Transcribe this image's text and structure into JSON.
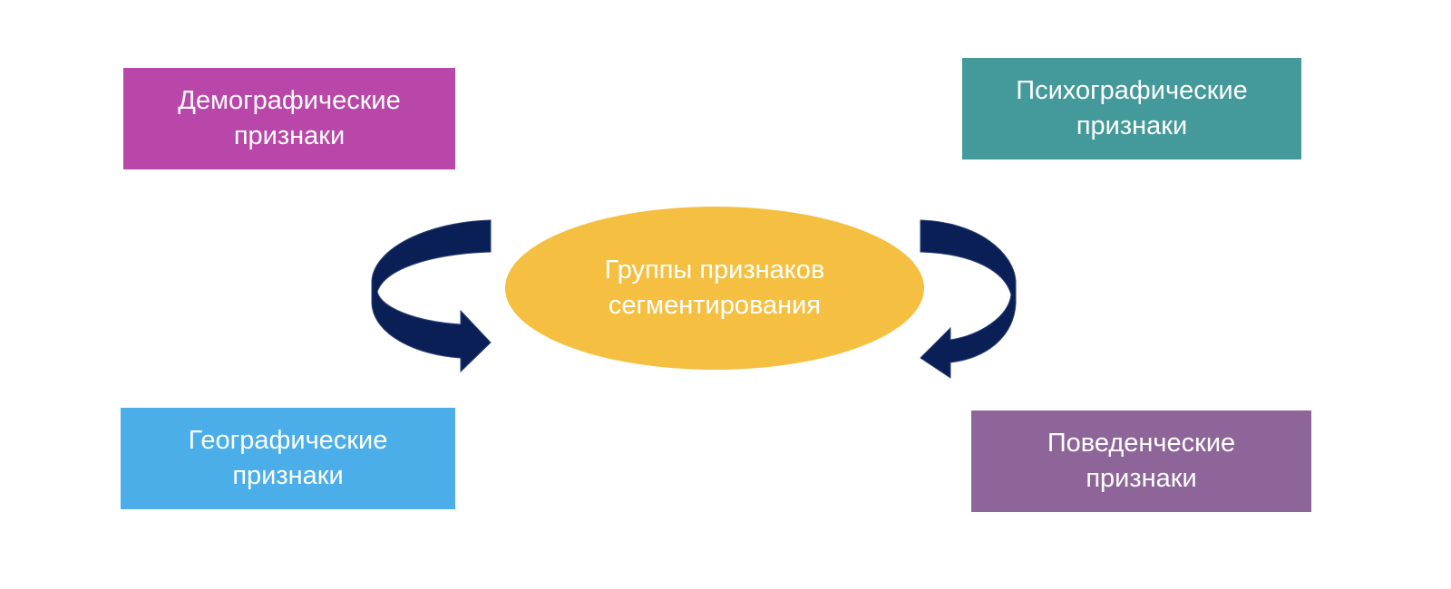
{
  "center": {
    "label_line1": "Группы признаков",
    "label_line2": "сегментирования"
  },
  "boxes": {
    "demographic": {
      "line1": "Демографические",
      "line2": "признаки"
    },
    "psychographic": {
      "line1": "Психографические",
      "line2": "признаки"
    },
    "geographic": {
      "line1": "Географические",
      "line2": "признаки"
    },
    "behavioral": {
      "line1": "Поведенческие",
      "line2": "признаки"
    }
  },
  "colors": {
    "demographic": "#b946a9",
    "psychographic": "#44999a",
    "geographic": "#4baee8",
    "behavioral": "#8e6599",
    "center": "#f5c042",
    "arrow": "#0a1f55"
  }
}
